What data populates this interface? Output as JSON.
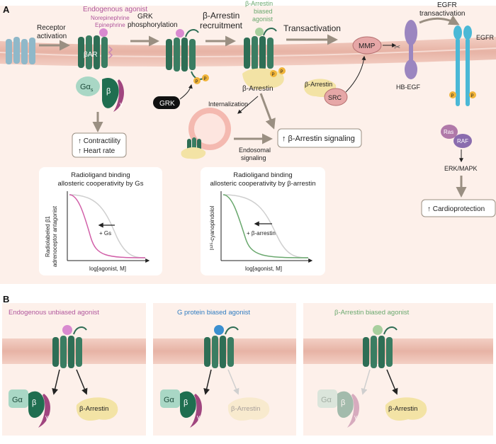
{
  "colors": {
    "panel_bg": "#fdf0ea",
    "membrane": "#e8b9ad",
    "receptor_green": "#2e6e55",
    "agonist_pink": "#d98ad0",
    "agonist_green": "#a8cf9e",
    "agonist_blue": "#3b8fd0",
    "arrestin": "#f3e3a5",
    "g_beta": "#1f6e50",
    "g_gamma": "#a0457f",
    "g_alpha": "#a9d7c5",
    "mmp": "#e6a7a7",
    "egfr": "#4ab8d6",
    "hbegf": "#9b86c0",
    "ras": "#b079a9",
    "raf": "#8a6cae",
    "phospho": "#f0b43a",
    "arrow": "#9a8f82",
    "pink_text": "#b0569c",
    "green_text": "#6aa86e",
    "blue_text": "#2f7cc1"
  },
  "panelA": {
    "label": "A",
    "receptor_activation": [
      "Receptor",
      "activation"
    ],
    "endogenous_agonist": "Endogenous agonist",
    "norepinephrine": "Norepinephrine",
    "epinephrine": "Epinephrine",
    "beta_ar": "βAR",
    "g_alpha_s": "Gα",
    "g_alpha_sub": "s",
    "g_beta": "β",
    "g_gamma": "γ",
    "grk_phos": [
      "GRK",
      "phosphorylation"
    ],
    "arrestin_recruit": [
      "β-Arrestin",
      "recruitment"
    ],
    "biased_agonist": [
      "β-Arrestin",
      "biased",
      "agonist"
    ],
    "transactivation": "Transactivation",
    "egfr_trans": [
      "EGFR",
      "transactivation"
    ],
    "mmp": "MMP",
    "hbegf": "HB-EGF",
    "egfr": "EGFR",
    "grk": "GRK",
    "p": "P",
    "beta_arrestin": "β-Arrestin",
    "src": "SRC",
    "internalization": "Internalization",
    "endosomal": [
      "Endosomal",
      "signaling"
    ],
    "arrestin_signaling": "↑ β-Arrestin signaling",
    "contractility": "↑ Contractility",
    "heart_rate": "↑ Heart rate",
    "ras": "Ras",
    "raf": "RAF",
    "erk": "ERK/MAPK",
    "cardioprotection": "↑ Cardioprotection",
    "chart1": {
      "title": [
        "Radioligand binding",
        "allosteric cooperativity by Gs"
      ],
      "ylabel": [
        "Radiolabeled β1",
        "adrenoceptor antagonist"
      ],
      "xlabel": "log[agonist, M]",
      "annotation": "+ Gs"
    },
    "chart2": {
      "title": [
        "Radioligand binding",
        "allosteric cooperativity by β-arrestin"
      ],
      "ylabel": "I¹²⁵-cyanopindolol",
      "xlabel": "log[agonist, M]",
      "annotation": "+ β-arrestin"
    }
  },
  "panelB": {
    "label": "B",
    "titles": [
      "Endogenous unbiased agonist",
      "G protein biased agonist",
      "β-Arrestin biased agonist"
    ],
    "g_alpha": "Gα",
    "g_beta": "β",
    "g_gamma": "γ",
    "beta_arrestin": "β-Arrestin"
  }
}
